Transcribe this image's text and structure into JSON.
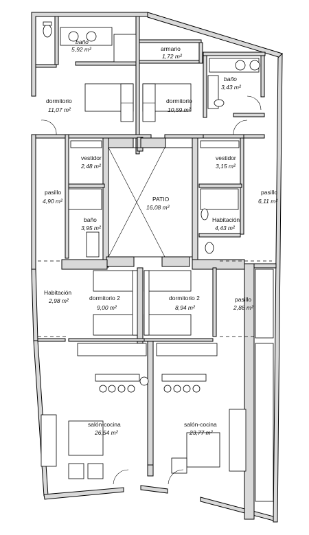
{
  "rooms": [
    {
      "id": "bano-1",
      "name": "baño",
      "area": "5,92 m²"
    },
    {
      "id": "armario",
      "name": "armario",
      "area": "1,72 m²"
    },
    {
      "id": "bano-2",
      "name": "baño",
      "area": "3,43 m²"
    },
    {
      "id": "dormitorio-1",
      "name": "dormitorio",
      "area": "11,07 m²"
    },
    {
      "id": "dormitorio-2",
      "name": "dormitorio",
      "area": "10,59 m²"
    },
    {
      "id": "vestidor-1",
      "name": "vestidor",
      "area": "2,48 m²"
    },
    {
      "id": "vestidor-2",
      "name": "vestidor",
      "area": "3,15 m²"
    },
    {
      "id": "patio",
      "name": "PATIO",
      "area": "16,08 m²"
    },
    {
      "id": "pasillo-1",
      "name": "pasillo",
      "area": "4,90 m²"
    },
    {
      "id": "pasillo-2",
      "name": "pasillo",
      "area": "6,11 m²"
    },
    {
      "id": "bano-3",
      "name": "baño",
      "area": "3,95 m²"
    },
    {
      "id": "habitacion-1",
      "name": "Habitación",
      "area": "4,43 m²"
    },
    {
      "id": "habitacion-2",
      "name": "Habitación",
      "area": "2,98 m²"
    },
    {
      "id": "dormitorio-3",
      "name": "dormitorio 2",
      "area": "9,00 m²"
    },
    {
      "id": "dormitorio-4",
      "name": "dormitorio 2",
      "area": "8,94 m²"
    },
    {
      "id": "pasillo-3",
      "name": "pasillo",
      "area": "2,88 m²"
    },
    {
      "id": "salon-1",
      "name": "salón-cocina",
      "area": "26,54 m²"
    },
    {
      "id": "salon-2",
      "name": "salón-cocina",
      "area": "23,77 m²"
    }
  ]
}
